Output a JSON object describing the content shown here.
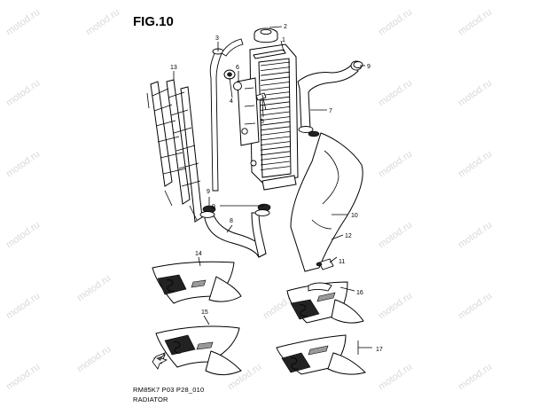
{
  "figure": {
    "title": "FIG.10",
    "code": "RM85K7 P03 P28_010",
    "name": "RADIATOR"
  },
  "watermark": "motod.ru",
  "callouts": [
    "1",
    "2",
    "3",
    "4",
    "5",
    "6",
    "7",
    "8",
    "9",
    "9",
    "9",
    "10",
    "11",
    "12",
    "13",
    "14",
    "15",
    "16",
    "17"
  ]
}
